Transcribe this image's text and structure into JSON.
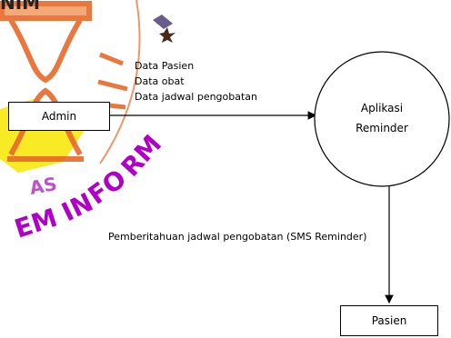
{
  "watermark": {
    "visible_text_top": "NIM",
    "visible_text_left": "AS",
    "visible_text_arc": "EM INFORM",
    "emblem_color": "#e05a1a",
    "accent_color": "#f5e000",
    "text_color": "#b000c8"
  },
  "flows": {
    "admin_to_app": [
      "Data Pasien",
      "Data obat",
      "Data jadwal pengobatan"
    ],
    "app_to_patient": "Pemberitahuan jadwal pengobatan (SMS Reminder)"
  },
  "entities": {
    "admin": "Admin",
    "patient": "Pasien"
  },
  "process": {
    "line1": "Aplikasi",
    "line2": "Reminder"
  }
}
